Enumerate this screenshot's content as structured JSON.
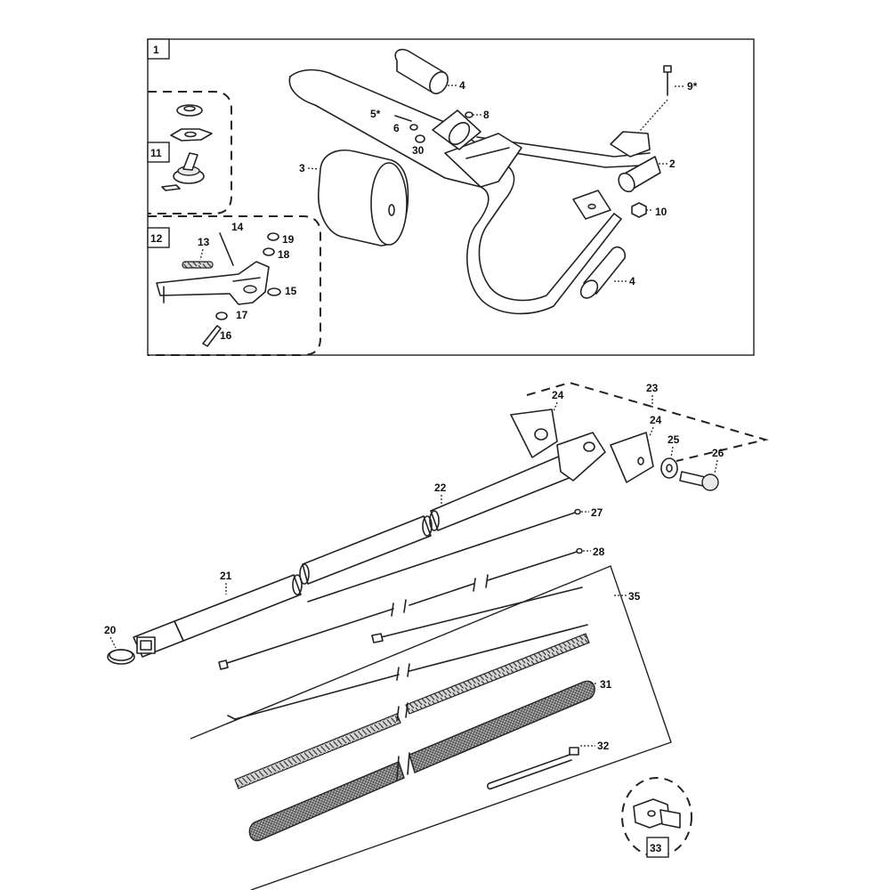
{
  "callouts": {
    "c1": "1",
    "c2": "2",
    "c3": "3",
    "c4a": "4",
    "c4b": "4",
    "c5": "5*",
    "c6": "6",
    "c8": "8",
    "c9": "9*",
    "c10": "10",
    "c11": "11",
    "c12": "12",
    "c13": "13",
    "c14": "14",
    "c15": "15",
    "c16": "16",
    "c17": "17",
    "c18": "18",
    "c19": "19",
    "c20": "20",
    "c21": "21",
    "c22": "22",
    "c23": "23",
    "c24a": "24",
    "c24b": "24",
    "c25": "25",
    "c26": "26",
    "c27": "27",
    "c28": "28",
    "c30": "30",
    "c31": "31",
    "c32": "32",
    "c33": "33",
    "c35": "35"
  },
  "colors": {
    "line": "#222222",
    "shade": "#e9e9e9",
    "mesh": "#555555"
  }
}
